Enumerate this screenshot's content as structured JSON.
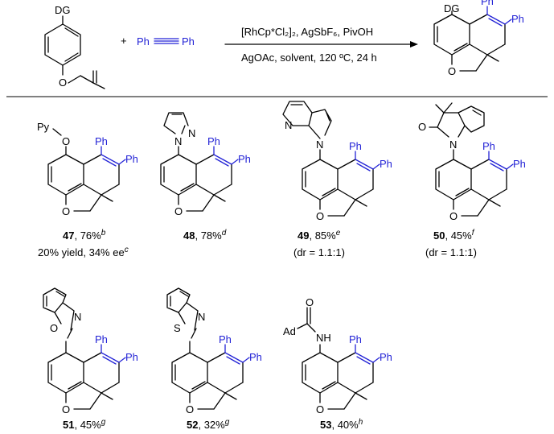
{
  "scheme": {
    "reactant_dg": "DG",
    "reactant_o": "O",
    "plus": "+",
    "alkyne_left": "Ph",
    "alkyne_right": "Ph",
    "conditions_top": "[RhCp*Cl₂]₂, AgSbF₆, PivOH",
    "conditions_bottom": "AgOAc, solvent, 120 ºC, 24 h",
    "product_dg": "DG",
    "product_ph1": "Ph",
    "product_ph2": "Ph",
    "product_o": "O"
  },
  "compounds": [
    {
      "number": "47",
      "yield": ", 76%",
      "note": "b",
      "extra": "20% yield, 34% ee",
      "extra_note": "c",
      "substituent": "Py‑O",
      "py": "Py",
      "o": "O"
    },
    {
      "number": "48",
      "yield": ", 78%",
      "note": "d",
      "n1": "N",
      "n2": "N"
    },
    {
      "number": "49",
      "yield": ", 85%",
      "note": "e",
      "extra": "(dr = 1.1:1)",
      "n1": "N",
      "n2": "N"
    },
    {
      "number": "50",
      "yield": ", 45%",
      "note": "f",
      "extra": "(dr = 1.1:1)",
      "o": "O",
      "n": "N"
    },
    {
      "number": "51",
      "yield": ", 45%",
      "note": "g",
      "o": "O",
      "n": "N"
    },
    {
      "number": "52",
      "yield": ", 32%",
      "note": "g",
      "s": "S",
      "n": "N"
    },
    {
      "number": "53",
      "yield": ", 40%",
      "note": "h",
      "o": "O",
      "ad": "Ad",
      "nh": "NH"
    }
  ],
  "ph": "Ph",
  "ring_o": "O"
}
